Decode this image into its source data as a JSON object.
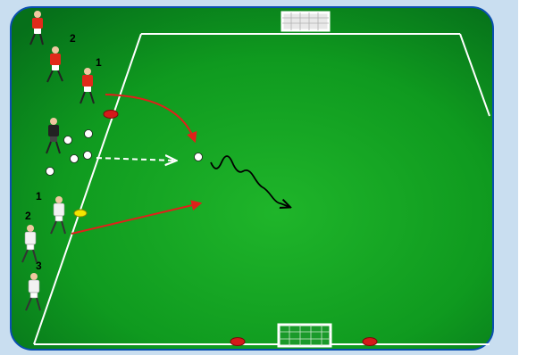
{
  "drill": {
    "player_numbers": {
      "red_1": "1",
      "red_2": "2",
      "white_1": "1",
      "white_2": "2",
      "white_3": "3"
    },
    "colors": {
      "pitch": "#0f9a1f",
      "pitch_dark": "#0a6e14",
      "frame_bg": "#c9def0",
      "red_team": "#e02a1a",
      "white_team": "#f2f2f2",
      "arrow": "#e0201a",
      "cone_red": "#d41a1a",
      "cone_yellow": "#f2e600",
      "lines": "#ffffff"
    },
    "icons": [
      "goal-icon",
      "cone-icon",
      "ball-icon",
      "player-icon",
      "pass-arrow-icon",
      "dribble-arrow-icon"
    ]
  }
}
